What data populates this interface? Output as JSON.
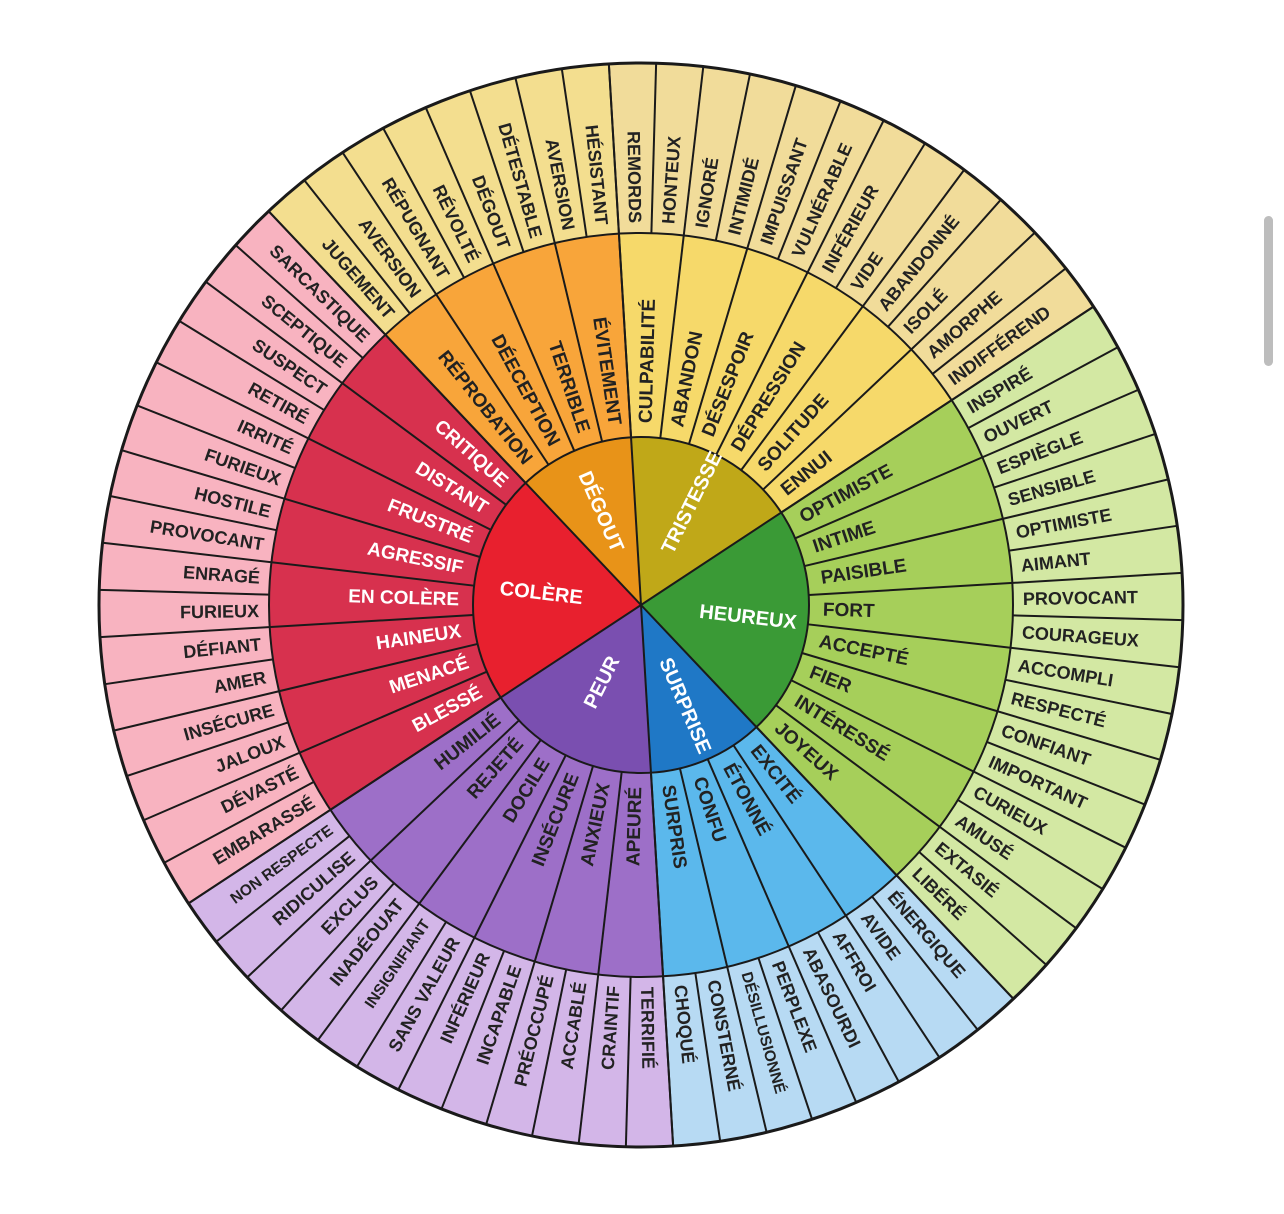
{
  "wheel": {
    "emotions": [
      {
        "name": "COLÈRE",
        "colors": {
          "core": "#e8202e",
          "mid": "#d7314e",
          "outer": "#f8b3c0",
          "text_inner": "#ffffff",
          "text_mid": "#ffffff",
          "text_outer": "#222222"
        },
        "secondary": [
          {
            "label": "BLESSÉ",
            "tertiary": [
              "EMBARASSÉ",
              "DÉVASTÉ"
            ]
          },
          {
            "label": "MENACÉ",
            "tertiary": [
              "JALOUX",
              "INSÉCURE"
            ]
          },
          {
            "label": "HAINEUX",
            "tertiary": [
              "AMER",
              "DÉFIANT"
            ]
          },
          {
            "label": "EN COLÈRE",
            "tertiary": [
              "FURIEUX",
              "ENRAGÉ"
            ]
          },
          {
            "label": "AGRESSIF",
            "tertiary": [
              "PROVOCANT",
              "HOSTILE"
            ]
          },
          {
            "label": "FRUSTRÉ",
            "tertiary": [
              "FURIEUX",
              "IRRITÉ"
            ]
          },
          {
            "label": "DISTANT",
            "tertiary": [
              "RETIRÉ",
              "SUSPECT"
            ]
          },
          {
            "label": "CRITIQUE",
            "tertiary": [
              "SCEPTIQUE",
              "SARCASTIQUE"
            ]
          }
        ]
      },
      {
        "name": "DÉGOUT",
        "colors": {
          "core": "#e89318",
          "mid": "#f8a53a",
          "outer": "#f3de8f",
          "text_inner": "#ffffff",
          "text_mid": "#222222",
          "text_outer": "#222222"
        },
        "secondary": [
          {
            "label": "RÉPROBATION",
            "tertiary": [
              "JUGEMENT",
              "AVERSION"
            ]
          },
          {
            "label": "DÉECEPTION",
            "tertiary": [
              "RÉPUGNANT",
              "RÉVOLTÉ"
            ]
          },
          {
            "label": "TERRIBLE",
            "tertiary": [
              "DÉGOUT",
              "DÉTESTABLE"
            ]
          },
          {
            "label": "ÉVITEMENT",
            "tertiary": [
              "AVERSION",
              "HÉSISTANT"
            ]
          }
        ]
      },
      {
        "name": "TRISTESSE",
        "colors": {
          "core": "#c0a818",
          "mid": "#f6d96a",
          "outer": "#f1dc9a",
          "text_inner": "#ffffff",
          "text_mid": "#222222",
          "text_outer": "#222222"
        },
        "secondary": [
          {
            "label": "CULPABILITÉ",
            "tertiary": [
              "REMORDS",
              "HONTEUX"
            ]
          },
          {
            "label": "ABANDON",
            "tertiary": [
              "IGNORÉ",
              "INTIMIDÉ"
            ]
          },
          {
            "label": "DÉSESPOIR",
            "tertiary": [
              "IMPUISSANT",
              "VULNÉRABLE"
            ]
          },
          {
            "label": "DÉPRESSION",
            "tertiary": [
              "INFÉRIEUR",
              "VIDE"
            ]
          },
          {
            "label": "SOLITUDE",
            "tertiary": [
              "ABANDONNÉ",
              "ISOLÉ"
            ]
          },
          {
            "label": "ENNUI",
            "tertiary": [
              "AMORPHE",
              "INDIFFÉREND"
            ]
          }
        ]
      },
      {
        "name": "HEUREUX",
        "colors": {
          "core": "#3a9a36",
          "mid": "#a6cf5a",
          "outer": "#d3e8a3",
          "text_inner": "#ffffff",
          "text_mid": "#222222",
          "text_outer": "#222222"
        },
        "secondary": [
          {
            "label": "OPTIMISTE",
            "tertiary": [
              "INSPIRÉ",
              "OUVERT"
            ]
          },
          {
            "label": "INTIME",
            "tertiary": [
              "ESPIÈGLE",
              "SENSIBLE"
            ]
          },
          {
            "label": "PAISIBLE",
            "tertiary": [
              "OPTIMISTE",
              "AIMANT"
            ]
          },
          {
            "label": "FORT",
            "tertiary": [
              "PROVOCANT",
              "COURAGEUX"
            ]
          },
          {
            "label": "ACCEPTÉ",
            "tertiary": [
              "ACCOMPLI",
              "RESPECTÉ"
            ]
          },
          {
            "label": "FIER",
            "tertiary": [
              "CONFIANT",
              "IMPORTANT"
            ]
          },
          {
            "label": "INTÉRESSÉ",
            "tertiary": [
              "CURIEUX",
              "AMUSÉ"
            ]
          },
          {
            "label": "JOYEUX",
            "tertiary": [
              "EXTASIÉ",
              "LIBÉRÉ"
            ]
          }
        ]
      },
      {
        "name": "SURPRISE",
        "colors": {
          "core": "#1f78c6",
          "mid": "#5bb8ec",
          "outer": "#b7daf3",
          "text_inner": "#ffffff",
          "text_mid": "#222222",
          "text_outer": "#222222"
        },
        "secondary": [
          {
            "label": "EXCITÉ",
            "tertiary": [
              "ÉNERGIQUE",
              "AVIDE"
            ]
          },
          {
            "label": "ÉTONNÉ",
            "tertiary": [
              "AFFROI",
              "ABASOURDI"
            ]
          },
          {
            "label": "CONFU",
            "tertiary": [
              "PERPLEXE",
              "DÉSILLUSIONNÉ"
            ]
          },
          {
            "label": "SURPRIS",
            "tertiary": [
              "CONSTERNÉ",
              "CHOQUÉ"
            ]
          }
        ]
      },
      {
        "name": "PEUR",
        "colors": {
          "core": "#7a4fb0",
          "mid": "#9d6fc8",
          "outer": "#d3b6e8",
          "text_inner": "#ffffff",
          "text_mid": "#222222",
          "text_outer": "#222222"
        },
        "secondary": [
          {
            "label": "APEURÉ",
            "tertiary": [
              "TERRIFIÉ",
              "CRAINTIF"
            ]
          },
          {
            "label": "ANXIEUX",
            "tertiary": [
              "ACCABLÉ",
              "PRÉOCCUPÉ"
            ]
          },
          {
            "label": "INSÉCURE",
            "tertiary": [
              "INCAPABLE",
              "INFÉRIEUR"
            ]
          },
          {
            "label": "DOCILE",
            "tertiary": [
              "SANS VALEUR",
              "INSIGNIFIANT"
            ]
          },
          {
            "label": "REJETÉ",
            "tertiary": [
              "INADÉOUAT",
              "EXCLUS"
            ]
          },
          {
            "label": "HUMILIÉ",
            "tertiary": [
              "RIDICULISE",
              "NON RESPECTE"
            ]
          }
        ]
      }
    ]
  }
}
